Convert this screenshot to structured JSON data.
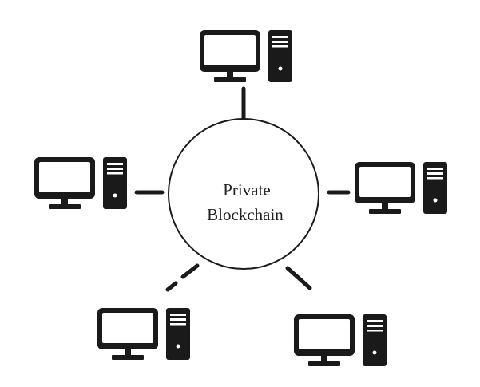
{
  "hub": {
    "line1": "Private",
    "line2": "Blockchain"
  },
  "nodes": [
    {
      "position": "top",
      "icon": "desktop-computer-icon"
    },
    {
      "position": "left",
      "icon": "desktop-computer-icon"
    },
    {
      "position": "right",
      "icon": "desktop-computer-icon"
    },
    {
      "position": "bottom-left",
      "icon": "desktop-computer-icon"
    },
    {
      "position": "bottom-right",
      "icon": "desktop-computer-icon"
    }
  ],
  "colors": {
    "ink": "#1a1a1a",
    "background": "#ffffff"
  }
}
